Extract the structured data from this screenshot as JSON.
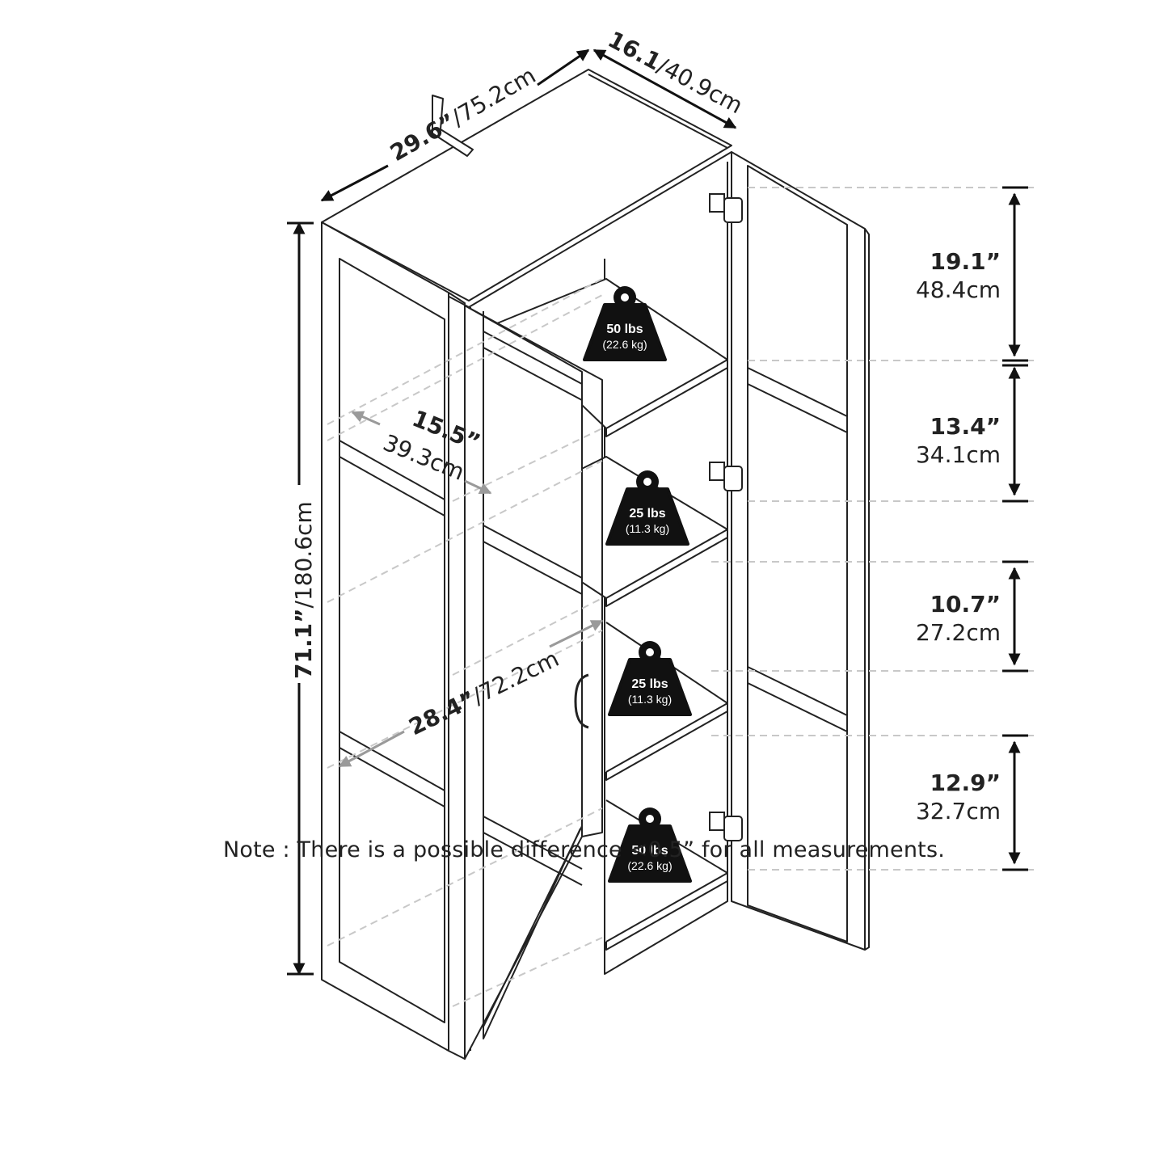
{
  "dimensions": {
    "width": {
      "in": "29.6”",
      "cm": "/75.2cm"
    },
    "depth": {
      "in": "16.1",
      "cm": "/40.9cm"
    },
    "height": {
      "in": "71.1”",
      "cm": "/180.6cm"
    },
    "inner_depth": {
      "in": "15.5”",
      "cm": "39.3cm"
    },
    "inner_width": {
      "in": "28.4”",
      "cm": "/72.2cm"
    }
  },
  "shelf_spacing": [
    {
      "in": "19.1”",
      "cm": "48.4cm"
    },
    {
      "in": "13.4”",
      "cm": "34.1cm"
    },
    {
      "in": "10.7”",
      "cm": "27.2cm"
    },
    {
      "in": "12.9”",
      "cm": "32.7cm"
    }
  ],
  "weight_capacity": [
    {
      "lbs": "50 lbs",
      "kg": "(22.6 kg)"
    },
    {
      "lbs": "25 lbs",
      "kg": "(11.3 kg)"
    },
    {
      "lbs": "25 lbs",
      "kg": "(11.3 kg)"
    },
    {
      "lbs": "50 lbs",
      "kg": "(22.6 kg)"
    }
  ],
  "note": "Note : There is a possible difference <0.5” for all measurements.",
  "colors": {
    "line": "#222222",
    "dashed": "#c8c8c8",
    "arrow_gray": "#9a9a9a",
    "weight_fill": "#111111"
  }
}
